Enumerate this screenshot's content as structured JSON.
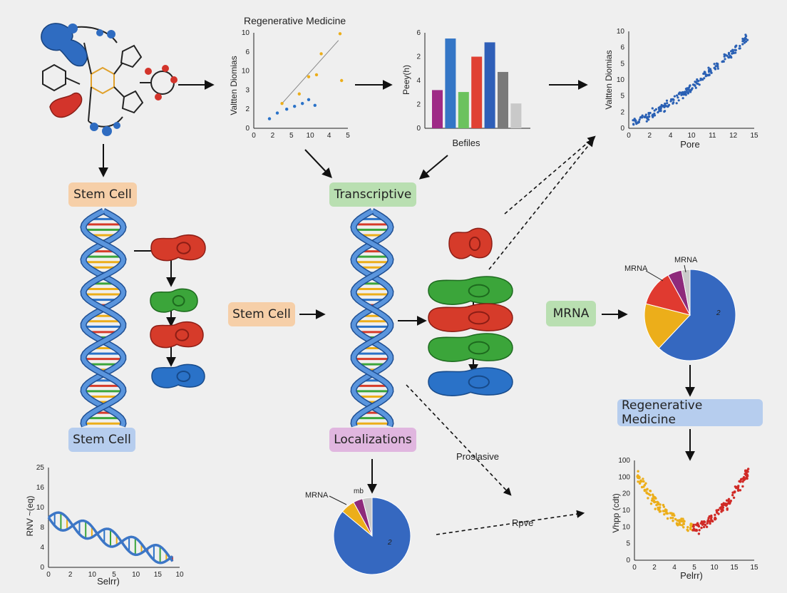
{
  "colors": {
    "orange_box": "#f6cfa8",
    "green_box": "#b9dfb1",
    "blue_box": "#b6cdee",
    "purple_box": "#e0b6df",
    "dna_blue": "#3c76c6",
    "red": "#d63b2a",
    "green": "#3ba53a",
    "blue": "#2a72c8",
    "gold": "#ecae1a",
    "purple": "#8e2a7b"
  },
  "labels": {
    "stem_cell_top": "Stem Cell",
    "stem_cell_bottom": "Stem Cell",
    "stem_cell_mid": "Stem Cell",
    "transcriptive": "Transcriptive",
    "localizations": "Localizations",
    "mrna_box": "MRNA",
    "regenerative_box": "Regenerative Medicine",
    "proslasive": "Proslasive",
    "rpve": "Rpve",
    "bar_xlabel": "Befiles"
  },
  "pies": {
    "top": {
      "label_left": "MRNA",
      "label_top": "MRNA",
      "center_label": "2"
    },
    "bottom": {
      "label_left": "MRNA",
      "label_top": "mb",
      "center_label": "2"
    }
  },
  "chart_data": [
    {
      "type": "scatter",
      "title": "Regenerative Medicine",
      "ylabel": "Valtten Diomias",
      "xlabel": "",
      "x_ticks": [
        "0",
        "2",
        "5",
        "10",
        "4",
        "5"
      ],
      "y_ticks": [
        "0",
        "2",
        "3",
        "10",
        "6",
        "10"
      ],
      "series": [
        {
          "points": [
            [
              1.0,
              1.0
            ],
            [
              1.5,
              1.6
            ],
            [
              2.1,
              2.0
            ],
            [
              2.6,
              2.3
            ],
            [
              3.1,
              2.6
            ],
            [
              3.5,
              3.0
            ],
            [
              3.9,
              2.4
            ]
          ],
          "color": "#2a72c8"
        },
        {
          "points": [
            [
              1.8,
              2.6
            ],
            [
              2.9,
              3.6
            ],
            [
              3.5,
              5.4
            ],
            [
              4.3,
              7.8
            ],
            [
              5.5,
              9.9
            ],
            [
              5.6,
              5.0
            ],
            [
              4.0,
              5.6
            ]
          ],
          "color": "#ecae1a"
        }
      ],
      "trend": [
        [
          1.8,
          2.6
        ],
        [
          5.4,
          9.2
        ]
      ]
    },
    {
      "type": "bar",
      "ylabel": "Peey(h)",
      "xlabel": "Befiles",
      "y_ticks": [
        "0",
        "2",
        "4",
        "2",
        "6"
      ],
      "values": [
        4.0,
        9.4,
        3.8,
        7.5,
        9.0,
        5.9,
        2.6
      ],
      "colors": [
        "#9e2a86",
        "#3476c6",
        "#6cc25e",
        "#e04133",
        "#2f5fb8",
        "#7a7a7a",
        "#c9c9c9"
      ],
      "ylim": [
        0,
        10
      ]
    },
    {
      "type": "scatter",
      "ylabel": "Valtten Diomias",
      "xlabel": "Pore",
      "x_ticks": [
        "0",
        "2",
        "4",
        "10",
        "11",
        "12",
        "15"
      ],
      "y_ticks": [
        "0",
        "2",
        "5",
        "10",
        "5",
        "6",
        "10"
      ],
      "trend": "increasing",
      "point_count": 220,
      "color": "#2a60b4"
    },
    {
      "type": "line",
      "ylabel": "RNV ~(eq)",
      "xlabel": "Selrr)",
      "x_ticks": [
        "0",
        "2",
        "10",
        "5",
        "10",
        "15",
        "10"
      ],
      "y_ticks": [
        "0",
        "4",
        "8",
        "10",
        "16",
        "25"
      ],
      "decoration": "dna-helix"
    },
    {
      "type": "scatter",
      "ylabel": "Vhpp (cdt)",
      "xlabel": "Pelrr)",
      "x_ticks": [
        "0",
        "2",
        "4",
        "5",
        "10",
        "15",
        "15"
      ],
      "y_ticks": [
        "0",
        "5",
        "10",
        "10",
        "20",
        "100",
        "100"
      ],
      "trend": "u-shaped",
      "point_count": 240,
      "color_low": "#ecae1a",
      "color_high": "#d02a26"
    },
    {
      "type": "pie",
      "name": "top",
      "values": [
        0.62,
        0.17,
        0.13,
        0.05,
        0.03
      ],
      "colors": [
        "#3568c0",
        "#ecae1a",
        "#e03a30",
        "#8e2a7b",
        "#c9c9c9"
      ]
    },
    {
      "type": "pie",
      "name": "bottom",
      "values": [
        0.86,
        0.06,
        0.04,
        0.04
      ],
      "colors": [
        "#3568c0",
        "#ecae1a",
        "#8e2a7b",
        "#c9c9c9"
      ]
    }
  ]
}
